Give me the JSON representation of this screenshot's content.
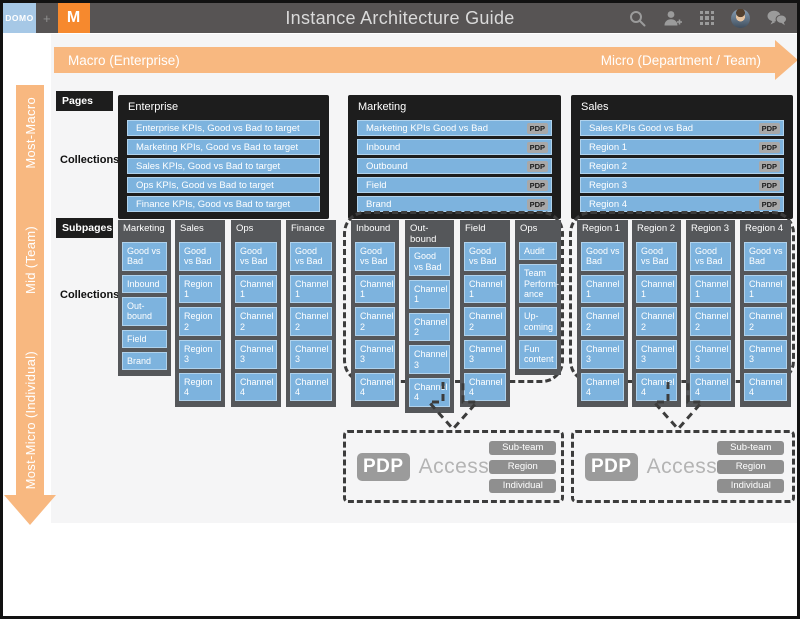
{
  "header": {
    "logo_domo": "DOMO",
    "logo_plus": "+",
    "logo_m": "M",
    "title": "Instance Architecture Guide",
    "icons": {
      "search": "search-icon",
      "add_user": "add-user-icon",
      "apps": "apps-grid-icon",
      "avatar": "user-avatar",
      "chat": "chat-icon"
    }
  },
  "axis": {
    "horizontal_left": "Macro (Enterprise)",
    "horizontal_right": "Micro (Department / Team)",
    "vertical": [
      "Most-Macro",
      "Mid (Team)",
      "Most-Micro (Individual)"
    ]
  },
  "labels": {
    "pdp_badge": "PDP"
  },
  "pages_section": {
    "row_label": "Pages",
    "collections_label": "Collections",
    "panels": [
      {
        "title": "Enterprise",
        "items": [
          "Enterprise KPIs, Good vs Bad to target",
          "Marketing KPIs, Good vs Bad to target",
          "Sales KPIs, Good vs Bad to target",
          "Ops KPIs, Good vs Bad to target",
          "Finance KPIs, Good vs Bad to target"
        ]
      },
      {
        "title": "Marketing",
        "items": [
          "Marketing KPIs Good vs Bad",
          "Inbound",
          "Outbound",
          "Field",
          "Brand"
        ]
      },
      {
        "title": "Sales",
        "items": [
          "Sales KPIs Good vs Bad",
          "Region 1",
          "Region 2",
          "Region 3",
          "Region 4"
        ]
      }
    ]
  },
  "subpages_section": {
    "row_label": "Subpages",
    "collections_label": "Collections",
    "plain_columns": [
      {
        "title": "Marketing",
        "items": [
          "Good vs Bad",
          "Inbound",
          "Out-bound",
          "Field",
          "Brand"
        ]
      },
      {
        "title": "Sales",
        "items": [
          "Good vs Bad",
          "Region 1",
          "Region 2",
          "Region 3",
          "Region 4"
        ]
      },
      {
        "title": "Ops",
        "items": [
          "Good vs Bad",
          "Channel 1",
          "Channel 2",
          "Channel 3",
          "Channel 4"
        ]
      },
      {
        "title": "Finance",
        "items": [
          "Good vs Bad",
          "Channel 1",
          "Channel 2",
          "Channel 3",
          "Channel 4"
        ]
      }
    ],
    "dashed_groups": [
      {
        "columns": [
          {
            "title": "Inbound",
            "items": [
              "Good vs Bad",
              "Channel 1",
              "Channel 2",
              "Channel 3",
              "Channel 4"
            ]
          },
          {
            "title": "Out-bound",
            "items": [
              "Good vs Bad",
              "Channel 1",
              "Channel 2",
              "Channel 3",
              "Channel 4"
            ]
          },
          {
            "title": "Field",
            "items": [
              "Good vs Bad",
              "Channel 1",
              "Channel 2",
              "Channel 3",
              "Channel 4"
            ]
          },
          {
            "title": "Ops",
            "items": [
              "Audit",
              "Team Perform-ance",
              "Up-coming",
              "Fun content"
            ]
          }
        ]
      },
      {
        "columns": [
          {
            "title": "Region 1",
            "items": [
              "Good vs Bad",
              "Channel 1",
              "Channel 2",
              "Channel 3",
              "Channel 4"
            ]
          },
          {
            "title": "Region 2",
            "items": [
              "Good vs Bad",
              "Channel 1",
              "Channel 2",
              "Channel 3",
              "Channel 4"
            ]
          },
          {
            "title": "Region 3",
            "items": [
              "Good vs Bad",
              "Channel 1",
              "Channel 2",
              "Channel 3",
              "Channel 4"
            ]
          },
          {
            "title": "Region 4",
            "items": [
              "Good vs Bad",
              "Channel 1",
              "Channel 2",
              "Channel 3",
              "Channel 4"
            ]
          }
        ]
      }
    ]
  },
  "pdp_access": {
    "boxes": [
      {
        "badge": "PDP",
        "label": "Access",
        "tags": [
          "Sub-team",
          "Region",
          "Individual"
        ]
      },
      {
        "badge": "PDP",
        "label": "Access",
        "tags": [
          "Sub-team",
          "Region",
          "Individual"
        ]
      }
    ]
  },
  "colors": {
    "accent_orange": "#f8b880",
    "logo_orange": "#f6892e",
    "logo_blue": "#a6c8e6",
    "collection_blue": "#7db3de",
    "panel_dark": "#1d1d1d",
    "column_gray": "#55575a",
    "header_gray": "#575454",
    "badge_gray": "#9b9b9b"
  }
}
